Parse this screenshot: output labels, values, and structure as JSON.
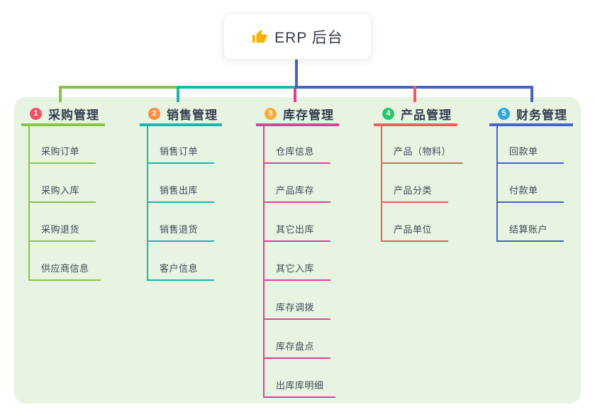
{
  "root": {
    "title": "ERP 后台",
    "icon": "thumbs-up-icon"
  },
  "colors": {
    "background": "#ffffff",
    "panel_bg": "#e6f4e1",
    "root_line": "#4463cb",
    "thumb_icon": "#f5b301"
  },
  "branches": [
    {
      "number": "1",
      "title": "采购管理",
      "line_color": "#8bc34a",
      "badge_color": "#f55062",
      "items": [
        "采购订单",
        "采购入库",
        "采购退货",
        "供应商信息"
      ]
    },
    {
      "number": "2",
      "title": "销售管理",
      "line_color": "#1fb5ac",
      "badge_color": "#fc8d42",
      "items": [
        "销售订单",
        "销售出库",
        "销售退货",
        "客户信息"
      ]
    },
    {
      "number": "3",
      "title": "库存管理",
      "line_color": "#e0409a",
      "badge_color": "#fbab38",
      "items": [
        "仓库信息",
        "产品库存",
        "其它出库",
        "其它入库",
        "库存调拨",
        "库存盘点",
        "出库库明细"
      ]
    },
    {
      "number": "4",
      "title": "产品管理",
      "line_color": "#f45b5b",
      "badge_color": "#2ec46c",
      "items": [
        "产品（物料）",
        "产品分类",
        "产品单位"
      ]
    },
    {
      "number": "5",
      "title": "财务管理",
      "line_color": "#4463cb",
      "badge_color": "#33a3e5",
      "items": [
        "回款单",
        "付款单",
        "结算账户"
      ]
    }
  ]
}
